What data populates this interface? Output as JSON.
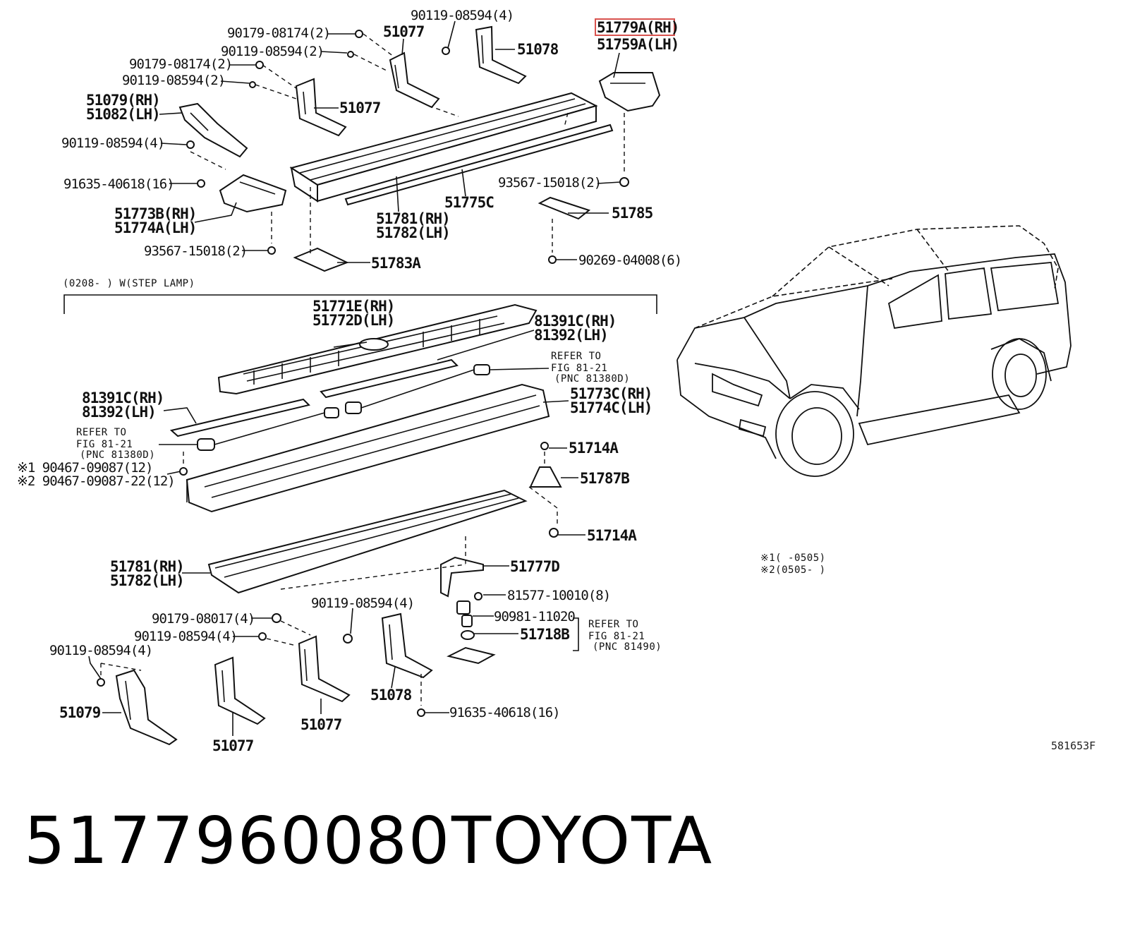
{
  "diagram": {
    "figure_code": "581653F",
    "highlighted_part": "51779A(RH)",
    "labels": {
      "p90119_08594_4_top": "90119-08594(4)",
      "p90179_08174_2_a": "90179-08174(2)",
      "p51077_a": "51077",
      "p90119_08594_2_a": "90119-08594(2)",
      "p51078_a": "51078",
      "p51779A": "51779A(RH)",
      "p51759A": "51759A(LH)",
      "p90179_08174_2_b": "90179-08174(2)",
      "p90119_08594_2_b": "90119-08594(2)",
      "p51077_b": "51077",
      "p51079_rh": "51079(RH)",
      "p51082_lh": "51082(LH)",
      "p90119_08594_4_left": "90119-08594(4)",
      "p91635_40618_16_a": "91635-40618(16)",
      "p93567_15018_2_a": "93567-15018(2)",
      "p51773B": "51773B(RH)",
      "p51774A": "51774A(LH)",
      "p51781_rh_a": "51781(RH)",
      "p51782_lh_a": "51782(LH)",
      "p51775C": "51775C",
      "p51785": "51785",
      "p93567_15018_2_b": "93567-15018(2)",
      "p51783A": "51783A",
      "p90269_04008": "90269-04008(6)",
      "group_header": "(0208-      ) W(STEP LAMP)",
      "p51771E": "51771E(RH)",
      "p51772D": "51772D(LH)",
      "p81391C_rh_a": "81391C(RH)",
      "p81392_lh_a": "81392(LH)",
      "refer_a_1": "REFER TO",
      "refer_a_2": "FIG 81-21",
      "refer_a_3": "(PNC 81380D)",
      "p81391C_rh_b": "81391C(RH)",
      "p81392_lh_b": "81392(LH)",
      "p51773C": "51773C(RH)",
      "p51774C": "51774C(LH)",
      "refer_b_1": "REFER TO",
      "refer_b_2": "FIG 81-21",
      "refer_b_3": "(PNC 81380D)",
      "note1_part": "※1 90467-09087(12)",
      "note2_part": "※2 90467-09087-22(12)",
      "p51714A_a": "51714A",
      "p51787B": "51787B",
      "p51714A_b": "51714A",
      "p51781_rh_b": "51781(RH)",
      "p51782_lh_b": "51782(LH)",
      "p51777D": "51777D",
      "p81577_10010": "81577-10010(8)",
      "p90179_08017": "90179-08017(4)",
      "p90119_08594_4_c": "90119-08594(4)",
      "p90119_08594_4_d": "90119-08594(4)",
      "p90119_08594_4_e": "90119-08594(4)",
      "p90981_11020": "90981-11020",
      "p51718B": "51718B",
      "refer_c_1": "REFER TO",
      "refer_c_2": "FIG 81-21",
      "refer_c_3": "(PNC 81490)",
      "p51078_b": "51078",
      "p91635_40618_16_b": "91635-40618(16)",
      "p51079_b": "51079",
      "p51077_c": "51077",
      "p51077_d": "51077",
      "legend_1": "※1(     -0505)",
      "legend_2": "※2(0505-     )"
    }
  },
  "caption": {
    "part_number": "5177960080",
    "brand": "TOYOTA"
  }
}
